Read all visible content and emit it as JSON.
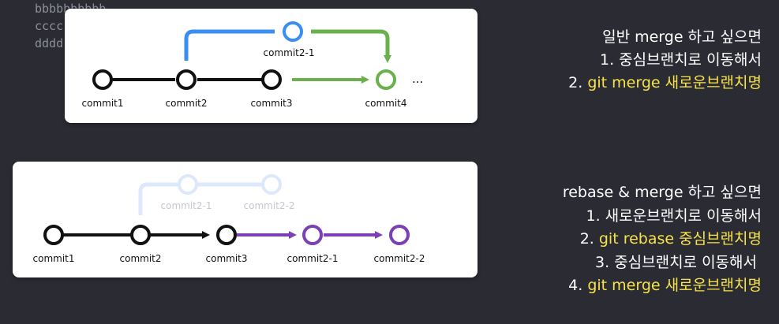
{
  "background_code": [
    "bbbbbbbbbb",
    "cccc",
    "dddd"
  ],
  "colors": {
    "black": "#111111",
    "blue": "#3a8ef0",
    "green": "#6ab04c",
    "purple": "#7b3fb8",
    "faded": "#dde9fb",
    "faded_text": "#c4c7cf",
    "highlight": "#f7e24a"
  },
  "diagram_merge": {
    "nodes": [
      {
        "id": "c1",
        "label": "commit1",
        "style": "black"
      },
      {
        "id": "c2",
        "label": "commit2",
        "style": "black"
      },
      {
        "id": "c3",
        "label": "commit3",
        "style": "black"
      },
      {
        "id": "c4",
        "label": "commit4",
        "style": "green"
      },
      {
        "id": "c21",
        "label": "commit2-1",
        "style": "blue"
      }
    ],
    "ellipsis": "..."
  },
  "diagram_rebase": {
    "nodes": [
      {
        "id": "r1",
        "label": "commit1",
        "style": "black"
      },
      {
        "id": "r2",
        "label": "commit2",
        "style": "black"
      },
      {
        "id": "r3",
        "label": "commit3",
        "style": "black"
      },
      {
        "id": "r4",
        "label": "commit2-1",
        "style": "purple"
      },
      {
        "id": "r5",
        "label": "commit2-2",
        "style": "purple"
      },
      {
        "id": "g1",
        "label": "commit2-1",
        "style": "faded"
      },
      {
        "id": "g2",
        "label": "commit2-2",
        "style": "faded"
      }
    ]
  },
  "steps_merge": {
    "title": "일반 merge 하고 싶으면",
    "step1": "1. 중심브랜치로 이동해서",
    "step2_prefix": "2. ",
    "step2_cmd": "git merge 새로운브랜치명"
  },
  "steps_rebase": {
    "title": "rebase & merge 하고 싶으면",
    "step1": "1. 새로운브랜치로 이동해서",
    "step2_prefix": "2. ",
    "step2_cmd": "git rebase 중심브랜치명",
    "step3": "3. 중심브랜치로 이동해서",
    "step4_prefix": "4. ",
    "step4_cmd": "git merge 새로운브랜치명"
  }
}
